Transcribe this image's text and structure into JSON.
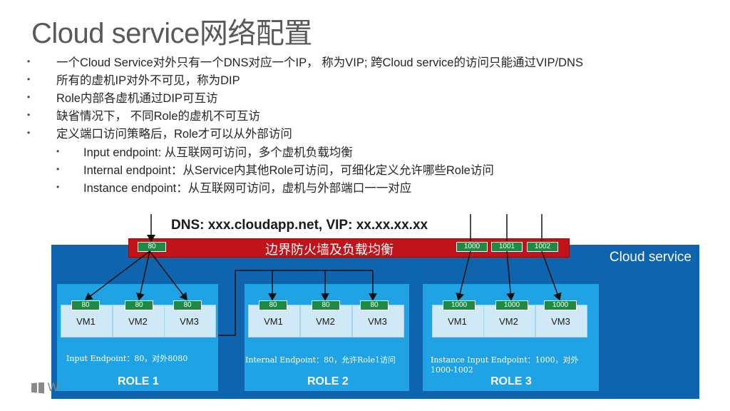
{
  "title": "Cloud service网络配置",
  "bullets": [
    "一个Cloud Service对外只有一个DNS对应一个IP， 称为VIP; 跨Cloud service的访问只能通过VIP/DNS",
    "所有的虚机IP对外不可见，称为DIP",
    "Role内部各虚机通过DIP可互访",
    "缺省情况下， 不同Role的虚机不可互访",
    "定义端口访问策略后，Role才可以从外部访问"
  ],
  "sub_bullets": [
    "Input endpoint: 从互联网可访问，多个虚机负载均衡",
    "Internal endpoint：从Service内其他Role可访问，可细化定义允许哪些Role访问",
    "Instance endpoint：从互联网可访问，虚机与外部端口一一对应"
  ],
  "diagram": {
    "dns_label": "DNS: xxx.cloudapp.net, VIP: xx.xx.xx.xx",
    "firewall_label": "边界防火墙及负载均衡",
    "cloud_label": "Cloud service",
    "fw_ports": [
      "80",
      "1000",
      "1001",
      "1002"
    ],
    "roles": [
      {
        "name": "ROLE 1",
        "endpoint": "Input Endpoint：80，对外8080",
        "vm_ports": [
          "80",
          "80",
          "80"
        ]
      },
      {
        "name": "ROLE 2",
        "endpoint": "Internal Endpoint：80，允许Role1访问",
        "vm_ports": [
          "80",
          "80",
          "80"
        ]
      },
      {
        "name": "ROLE 3",
        "endpoint_line1": "Instance Input Endpoint：1000，对外",
        "endpoint_line2": "1000-1002",
        "vm_ports": [
          "1000",
          "1000",
          "1000"
        ]
      }
    ],
    "vm_labels": [
      "VM1",
      "VM2",
      "VM3"
    ]
  },
  "logo": "W"
}
